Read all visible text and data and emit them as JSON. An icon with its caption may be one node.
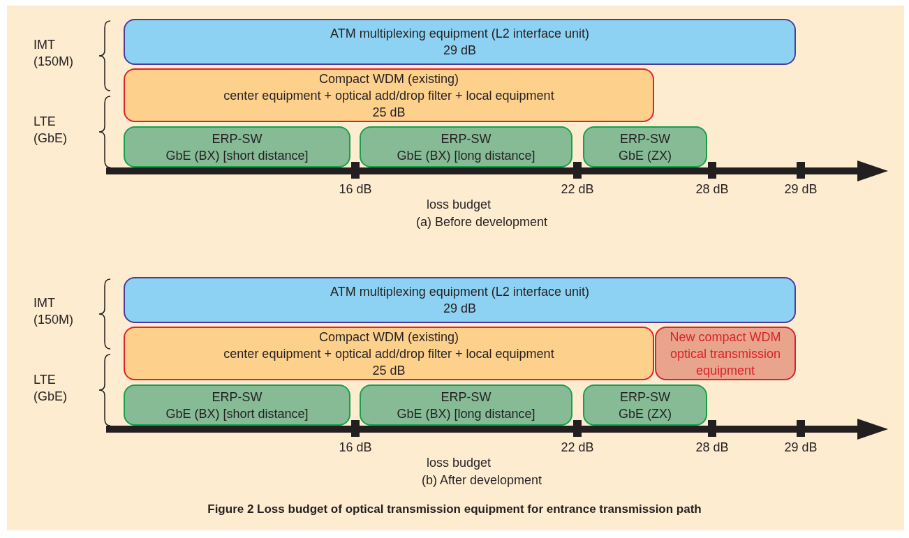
{
  "diagram": {
    "caption": "Figure 2  Loss budget of optical transmission equipment for entrance transmission path",
    "nodes": [
      {
        "text": [
          "ATM multiplexing equipment (L2 interface unit)",
          "29 dB"
        ]
      },
      {
        "text": [
          "Compact WDM (existing)",
          "center equipment + optical add/drop filter + local equipment",
          "25 dB"
        ]
      },
      {
        "text": [
          "ERP-SW",
          "GbE (BX) [short distance]"
        ]
      },
      {
        "text": [
          "ERP-SW",
          "GbE (BX) [long distance]"
        ]
      },
      {
        "text": [
          "ERP-SW",
          "GbE (ZX)"
        ]
      },
      {
        "text": [
          "ATM multiplexing equipment (L2 interface unit)",
          "29 dB"
        ]
      },
      {
        "text": [
          "Compact WDM (existing)",
          "center equipment + optical add/drop filter + local equipment",
          "25 dB"
        ]
      },
      {
        "text": [
          "New compact WDM optical transmission equipment"
        ]
      },
      {
        "text": [
          "ERP-SW",
          "GbE (BX) [short distance]"
        ]
      },
      {
        "text": [
          "ERP-SW",
          "GbE (BX) [long distance]"
        ]
      },
      {
        "text": [
          "ERP-SW",
          "GbE (ZX)"
        ]
      }
    ],
    "labels": [
      "IMT (150M)",
      "LTE (GbE)",
      "16 dB",
      "22 dB",
      "28 dB",
      "29 dB",
      "loss budget",
      "(a) Before development",
      "IMT (150M)",
      "LTE (GbE)",
      "16 dB",
      "22 dB",
      "28 dB",
      "29 dB",
      "loss budget",
      "(b) After development"
    ]
  }
}
